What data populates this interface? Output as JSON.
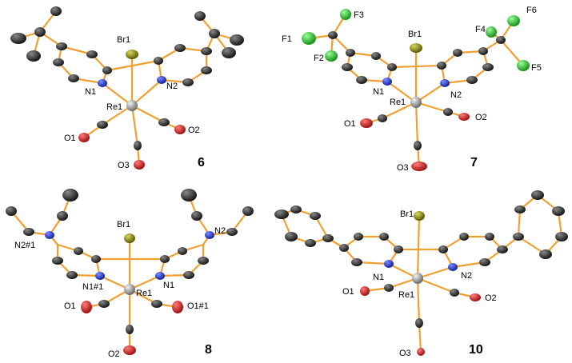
{
  "colors": {
    "bond": "#f0a030",
    "carbon": "#2a2a2a",
    "nitrogen": "#2030c0",
    "oxygen": "#d02020",
    "bromine": "#8a8a10",
    "fluorine": "#30c030",
    "rhenium": "#a0a0a0"
  },
  "structures": [
    {
      "compound": "6",
      "labels": {
        "br": "Br1",
        "n1": "N1",
        "n2": "N2",
        "re": "Re1",
        "o1": "O1",
        "o2": "O2",
        "o3": "O3"
      }
    },
    {
      "compound": "7",
      "labels": {
        "br": "Br1",
        "n1": "N1",
        "n2": "N2",
        "re": "Re1",
        "o1": "O1",
        "o2": "O2",
        "o3": "O3",
        "f1": "F1",
        "f2": "F2",
        "f3": "F3",
        "f4": "F4",
        "f5": "F5",
        "f6": "F6"
      }
    },
    {
      "compound": "8",
      "labels": {
        "br": "Br1",
        "n1": "N1",
        "n1b": "N1#1",
        "n2": "N2",
        "n2b": "N2#1",
        "re": "Re1",
        "o1": "O1",
        "o1b": "O1#1",
        "o2": "O2"
      }
    },
    {
      "compound": "10",
      "labels": {
        "br": "Br1",
        "n1": "N1",
        "n2": "N2",
        "re": "Re1",
        "o1": "O1",
        "o2": "O2",
        "o3": "O3"
      }
    }
  ]
}
